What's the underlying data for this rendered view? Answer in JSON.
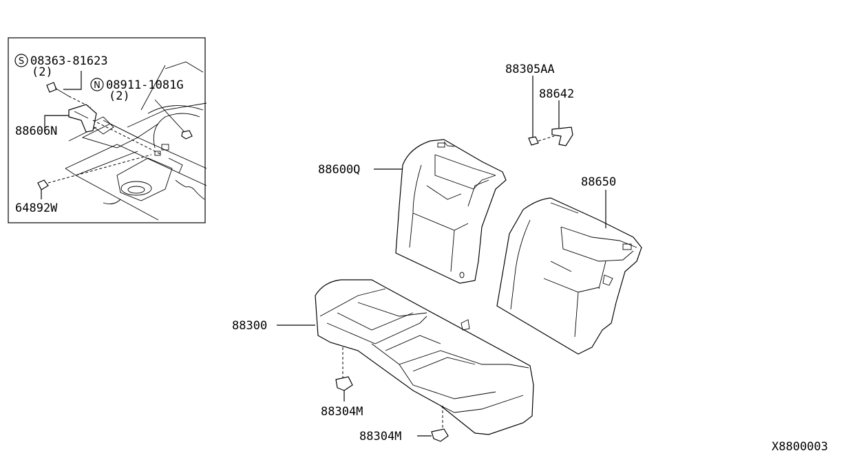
{
  "inset": {
    "screw_part": "08363-81623",
    "screw_symbol": "S",
    "screw_qty": "(2)",
    "nut_part": "08911-1081G",
    "nut_symbol": "N",
    "nut_qty": "(2)",
    "bracket_part": "88606N",
    "plug_part": "64892W"
  },
  "parts": {
    "bolt": "88305AA",
    "clip": "88642",
    "back_left": "88600Q",
    "back_right": "88650",
    "cushion": "88300",
    "hook_a": "88304M",
    "hook_b": "88304M"
  },
  "diagram_id": "X8800003"
}
